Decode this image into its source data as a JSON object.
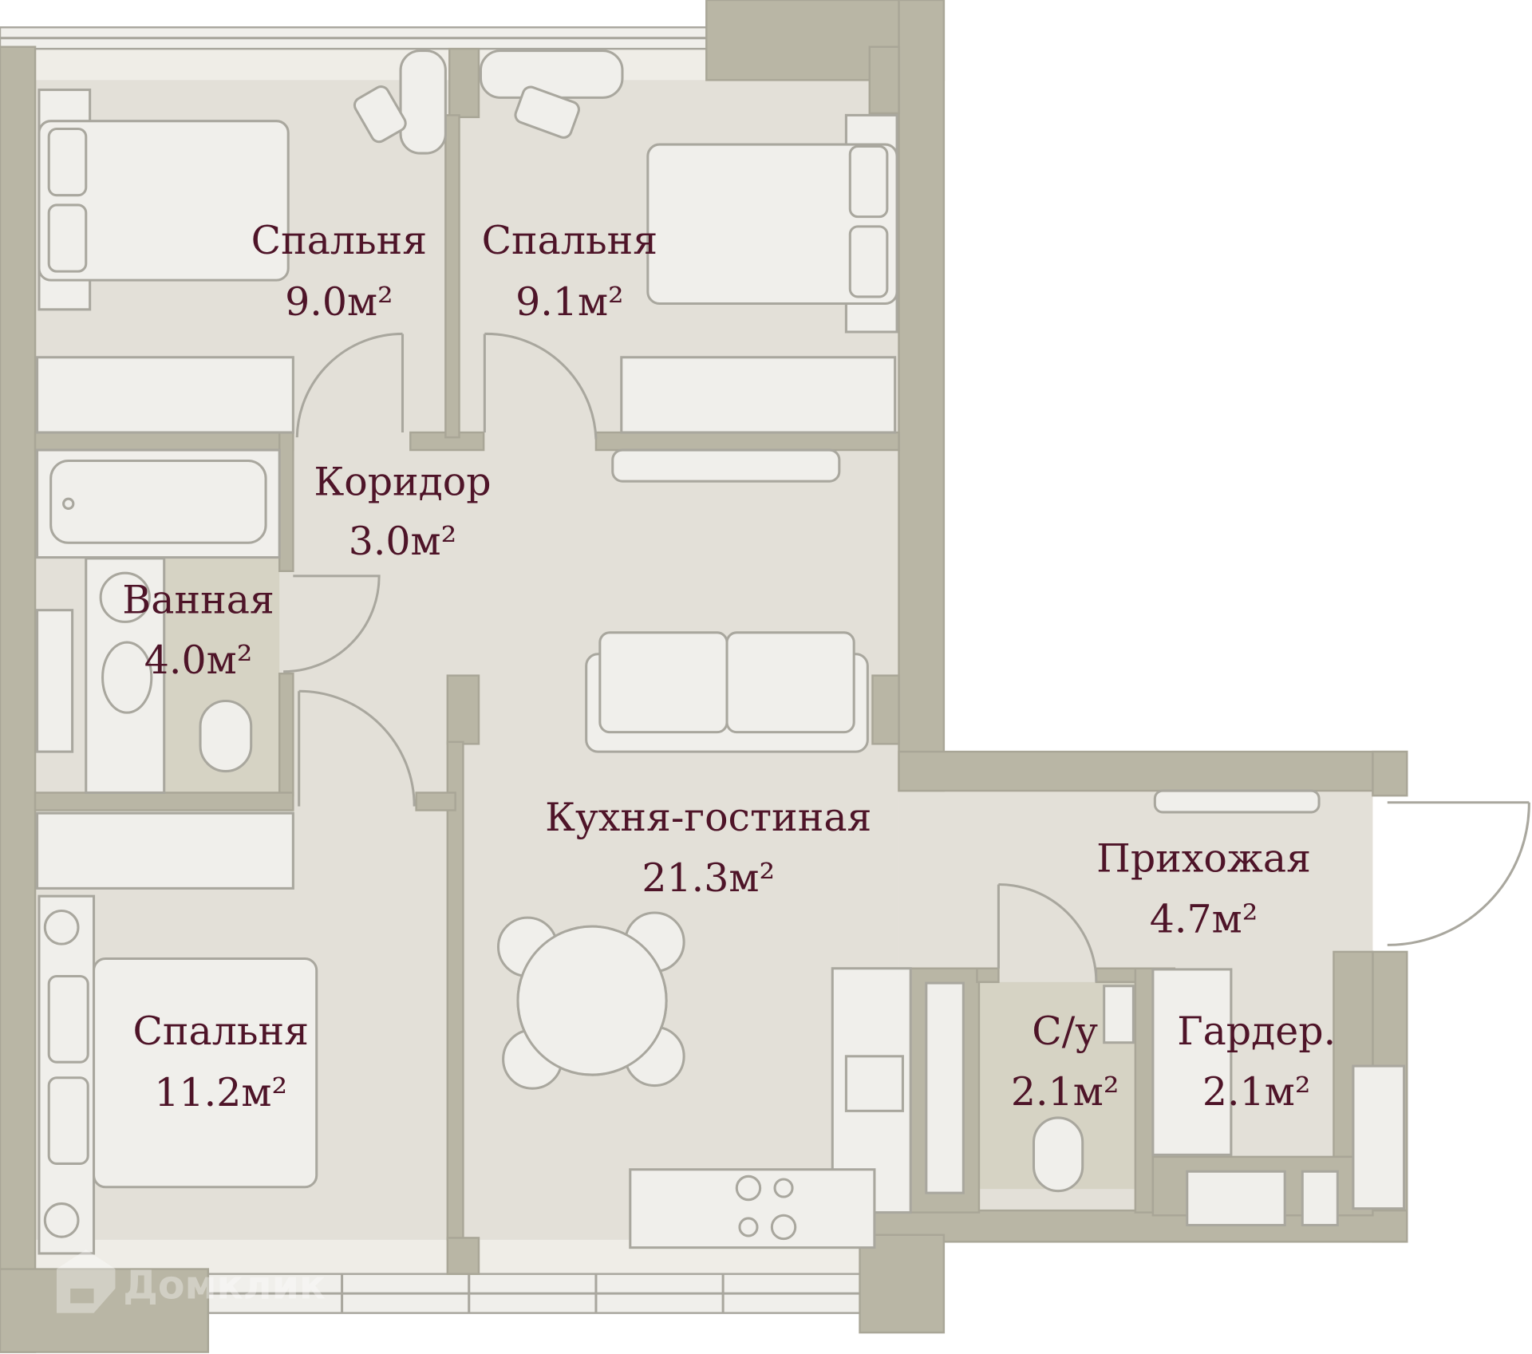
{
  "rooms": {
    "bedroom1": {
      "name": "Спальня",
      "area": "9.0м²"
    },
    "bedroom2": {
      "name": "Спальня",
      "area": "9.1м²"
    },
    "corridor": {
      "name": "Коридор",
      "area": "3.0м²"
    },
    "bathroom": {
      "name": "Ванная",
      "area": "4.0м²"
    },
    "living": {
      "name": "Кухня-гостиная",
      "area": "21.3м²"
    },
    "hall": {
      "name": "Прихожая",
      "area": "4.7м²"
    },
    "wc": {
      "name": "С/у",
      "area": "2.1м²"
    },
    "wardrobe": {
      "name": "Гардер.",
      "area": "2.1м²"
    },
    "bedroom3": {
      "name": "Спальня",
      "area": "11.2м²"
    }
  },
  "watermark": "Домклик",
  "colors": {
    "wall": "#b9b6a5",
    "floor": "#e3e0d8",
    "furniture": "#f0efeb",
    "label": "#4e1428"
  }
}
